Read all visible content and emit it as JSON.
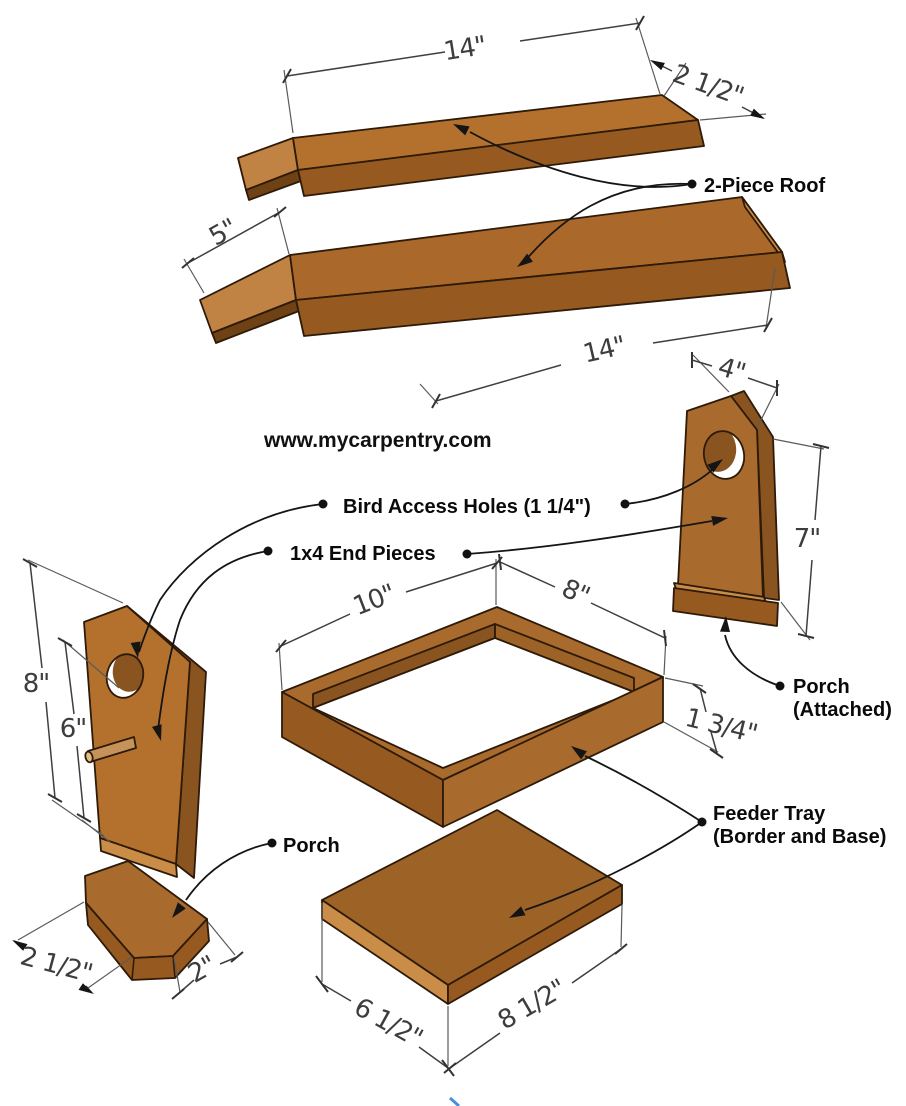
{
  "watermark": "www.mycarpentry.com",
  "labels": {
    "roof": "2-Piece Roof",
    "bird_access_holes": "Bird Access Holes (1 1/4\")",
    "end_pieces": "1x4 End Pieces",
    "porch_attached_line1": "Porch",
    "porch_attached_line2": "(Attached)",
    "porch": "Porch",
    "feeder_tray_line1": "Feeder Tray",
    "feeder_tray_line2": "(Border and Base)"
  },
  "dims": {
    "roof_top_length": "14\"",
    "roof_width": "2 1/2\"",
    "roof_bevel": "5\"",
    "roof_bottom_length": "14\"",
    "end_piece_width": "4\"",
    "end_piece_right_height": "7\"",
    "end_piece_left_height": "8\"",
    "perch_height": "6\"",
    "tray_length": "10\"",
    "tray_width": "8\"",
    "tray_border_height": "1 3/4\"",
    "porch_depth": "2 1/2\"",
    "porch_side": "2\"",
    "base_width": "6 1/2\"",
    "base_length": "8 1/2\""
  },
  "colors": {
    "wood_top": "#b4712e",
    "wood_top_alt": "#aa682a",
    "wood_face": "#a96b2d",
    "wood_front": "#96591f",
    "wood_side": "#8a5420",
    "wood_bevel": "#c08343",
    "wood_light": "#c98d47",
    "wood_edge_dark": "#6e4215",
    "base_top": "#9c6226",
    "peg": "#c59259",
    "peg_tip": "#e4bc85",
    "hole_white": "#ffffff",
    "outline": "#2d1a08",
    "dim_text": "#3d3d3d",
    "label_text": "#0a0a0a",
    "background": "#ffffff",
    "blue_mark": "#4a90d9"
  }
}
